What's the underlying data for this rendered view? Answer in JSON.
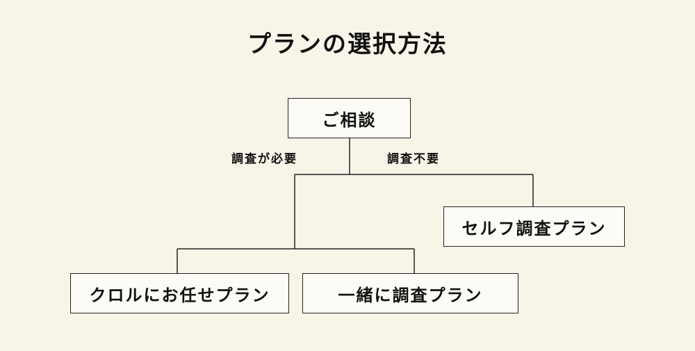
{
  "title": "プランの選択方法",
  "nodes": {
    "consult": "ご相談",
    "self_survey": "セルフ調査プラン",
    "crol_managed": "クロルにお任せプラン",
    "joint_survey": "一緒に調査プラン"
  },
  "edge_labels": {
    "survey_needed": "調査が必要",
    "survey_unneeded": "調査不要"
  }
}
